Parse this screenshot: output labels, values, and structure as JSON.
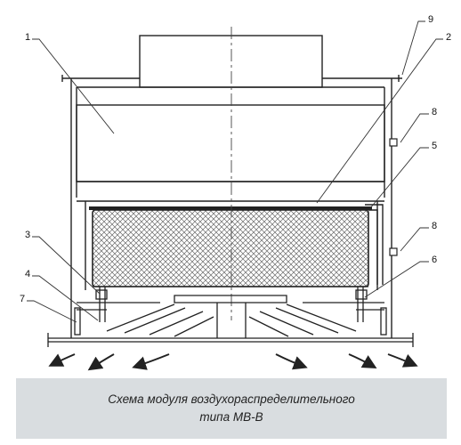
{
  "diagram": {
    "callouts": [
      "1",
      "9",
      "2",
      "8",
      "5",
      "8",
      "3",
      "6",
      "4",
      "7"
    ]
  },
  "caption": {
    "line1": "Схема модуля воздухораспределительного",
    "line2": "типа МВ-В"
  }
}
